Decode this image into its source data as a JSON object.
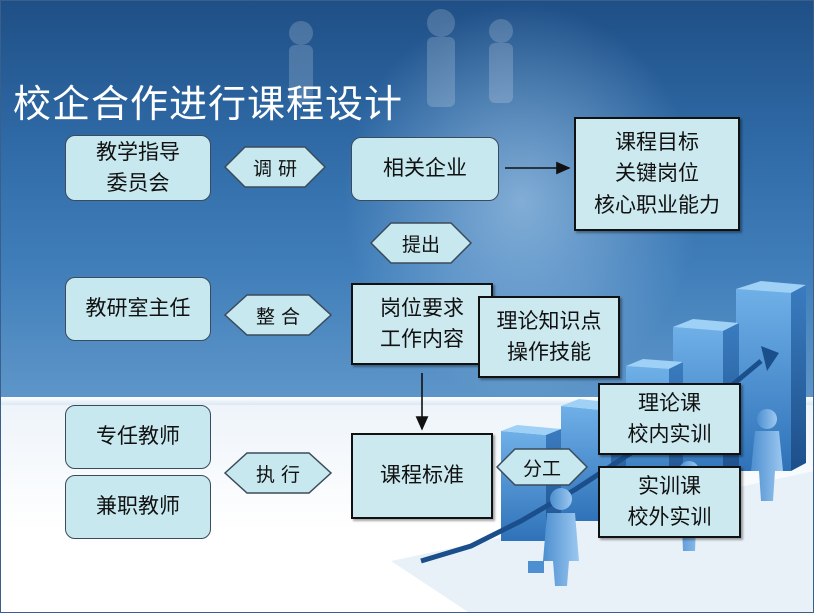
{
  "title": "校企合作进行课程设计",
  "left_boxes": {
    "committee": [
      "教学指导",
      "委员会"
    ],
    "director": "教研室主任",
    "fulltime": "专任教师",
    "parttime": "兼职教师"
  },
  "connectors": {
    "research": "调  研",
    "integrate": "整 合",
    "execute": "执 行",
    "propose": "提出",
    "divide": "分工"
  },
  "center_boxes": {
    "enterprise": "相关企业",
    "positions": [
      "岗位要求",
      "工作内容"
    ],
    "standard": "课程标准"
  },
  "right_boxes": {
    "goals": [
      "课程目标",
      "关键岗位",
      "核心职业能力"
    ],
    "knowledge": [
      "理论知识点",
      "操作技能"
    ],
    "theory": [
      "理论课",
      "校内实训"
    ],
    "practice": [
      "实训课",
      "校外实训"
    ]
  },
  "colors": {
    "box_fill": "#c7e8ef",
    "title": "#ffffff",
    "background_top": "#2f6aa6"
  }
}
